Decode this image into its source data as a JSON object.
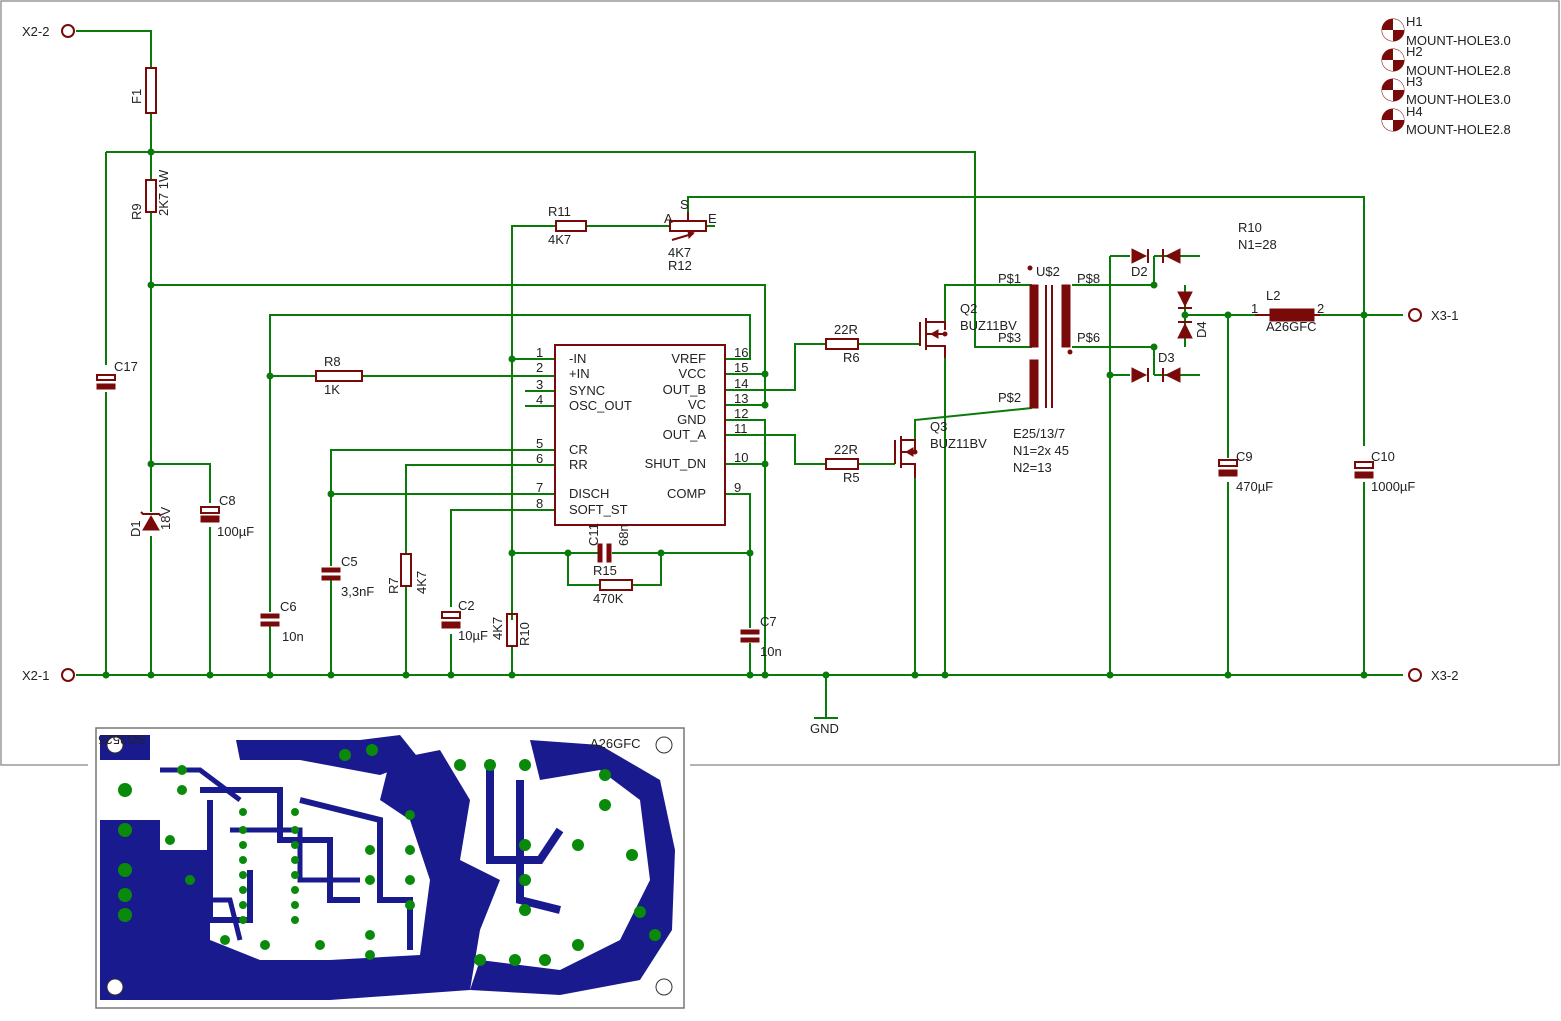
{
  "connectors": {
    "x2_2": "X2-2",
    "x2_1": "X2-1",
    "x3_1": "X3-1",
    "x3_2": "X3-2",
    "gnd": "GND"
  },
  "mount_holes": [
    {
      "name": "H1",
      "value": "MOUNT-HOLE3.0"
    },
    {
      "name": "H2",
      "value": "MOUNT-HOLE2.8"
    },
    {
      "name": "H3",
      "value": "MOUNT-HOLE3.0"
    },
    {
      "name": "H4",
      "value": "MOUNT-HOLE2.8"
    }
  ],
  "parts": {
    "f1": "F1",
    "r9": "R9",
    "r9_val": "2K7 1W",
    "c17": "C17",
    "d1": "D1",
    "d1_val": "18V",
    "c8": "C8",
    "c8_val": "100µF",
    "r8": "R8",
    "r8_val": "1K",
    "r11": "R11",
    "r11_val": "4K7",
    "r12": "R12",
    "r12_val": "4K7",
    "r12_a": "A",
    "r12_s": "S",
    "r12_e": "E",
    "c6": "C6",
    "c6_val": "10n",
    "c5": "C5",
    "c5_val": "3,3nF",
    "r7": "R7",
    "r7_val": "4K7",
    "c2": "C2",
    "c2_val": "10µF",
    "r10b": "R10",
    "r10b_val": "4K7",
    "c11": "C11",
    "c11_val": "68n",
    "r15": "R15",
    "r15_val": "470K",
    "c7": "C7",
    "c7_val": "10n",
    "r6": "R6",
    "r6_val": "22R",
    "r5": "R5",
    "r5_val": "22R",
    "q2": "Q2",
    "q2_val": "BUZ11BV",
    "q3": "Q3",
    "q3_val": "BUZ11BV",
    "u2": "U$2",
    "p1": "P$1",
    "p3": "P$3",
    "p2": "P$2",
    "p8": "P$8",
    "p6": "P$6",
    "tr_core": "E25/13/7",
    "tr_n1": "N1=2x 45",
    "tr_n2": "N2=13",
    "d2": "D2",
    "d3": "D3",
    "d4": "D4",
    "l2": "L2",
    "l2_val": "A26GFC",
    "l2_p1": "1",
    "l2_p2": "2",
    "c9": "C9",
    "c9_val": "470µF",
    "c10": "C10",
    "c10_val": "1000µF",
    "r10_note": "R10",
    "r10_note_n": "N1=28"
  },
  "ic": {
    "left_pins": [
      {
        "num": "1",
        "name": "-IN"
      },
      {
        "num": "2",
        "name": "+IN"
      },
      {
        "num": "3",
        "name": "SYNC"
      },
      {
        "num": "4",
        "name": "OSC_OUT"
      },
      {
        "num": "5",
        "name": "CR"
      },
      {
        "num": "6",
        "name": "RR"
      },
      {
        "num": "7",
        "name": "DISCH"
      },
      {
        "num": "8",
        "name": "SOFT_ST"
      }
    ],
    "right_pins": [
      {
        "num": "16",
        "name": "VREF"
      },
      {
        "num": "15",
        "name": "VCC"
      },
      {
        "num": "14",
        "name": "OUT_B"
      },
      {
        "num": "13",
        "name": "VC"
      },
      {
        "num": "12",
        "name": "GND"
      },
      {
        "num": "11",
        "name": "OUT_A"
      },
      {
        "num": "10",
        "name": "SHUT_DN"
      },
      {
        "num": "9",
        "name": "COMP"
      }
    ]
  },
  "pcb": {
    "chip_label": "SG3525",
    "inductor_label": "A26GFC"
  },
  "colors": {
    "wire": "#0a7a0a",
    "component": "#7a0a0a",
    "copper": "#1a1a8f",
    "pad": "#0a8a0a"
  }
}
